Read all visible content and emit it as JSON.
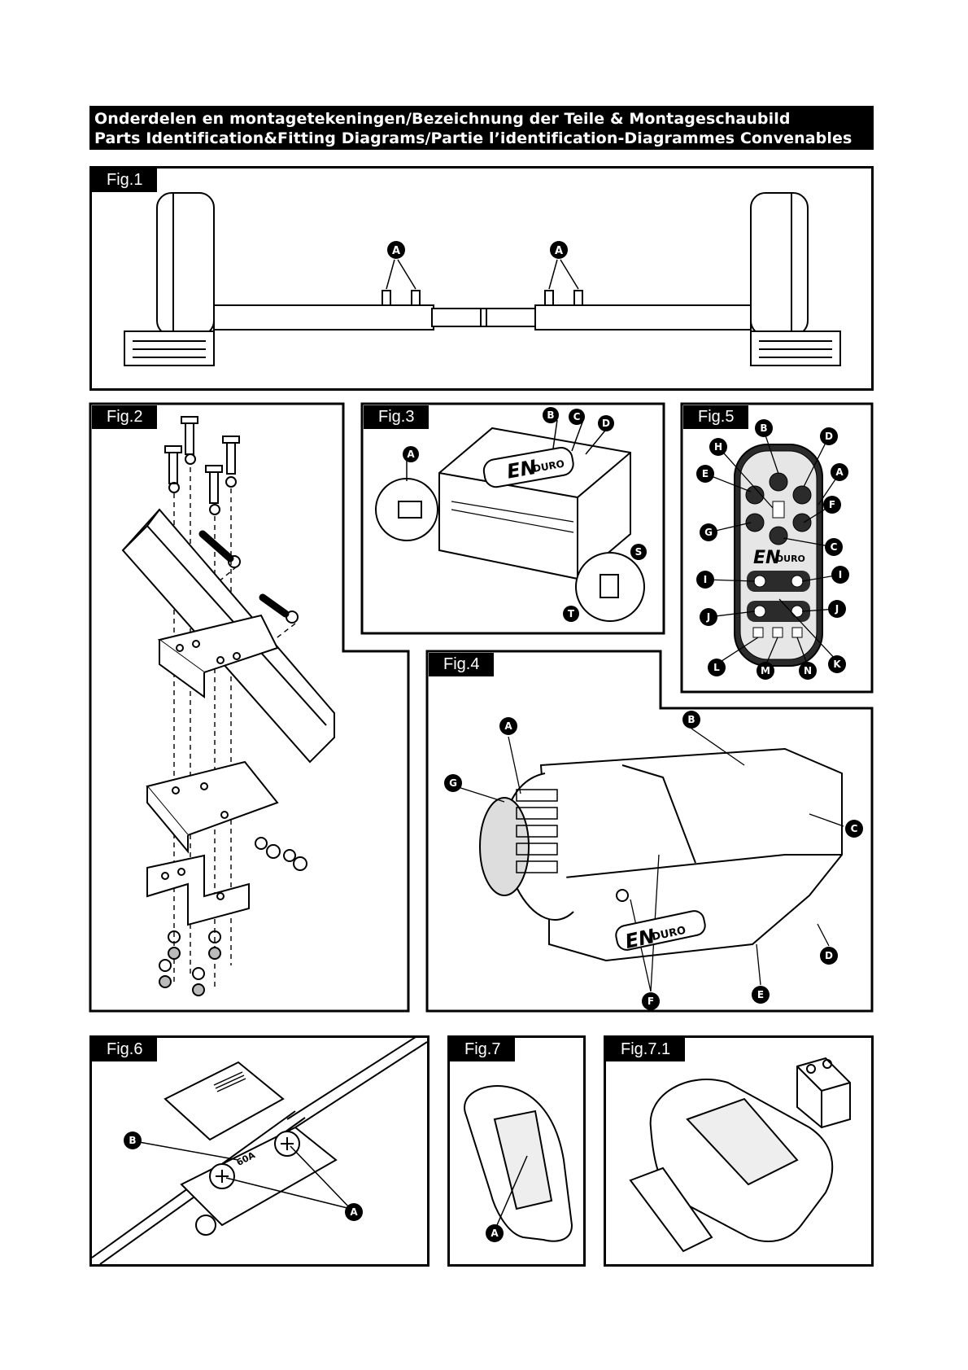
{
  "header": {
    "line1": "Onderdelen en montagetekeningen/Bezeichnung der Teile & Montageschaubild",
    "line2": "Parts Identification&Fitting Diagrams/Partie l’identification-Diagrammes Convenables"
  },
  "figures": {
    "fig1": {
      "label": "Fig.1",
      "callouts": [
        "A",
        "A"
      ]
    },
    "fig2": {
      "label": "Fig.2"
    },
    "fig3": {
      "label": "Fig.3",
      "brand": "EN",
      "brand_sub": "DURO",
      "callouts": [
        "A",
        "B",
        "C",
        "D",
        "S",
        "T"
      ]
    },
    "fig4": {
      "label": "Fig.4",
      "brand": "EN",
      "brand_sub": "DURO",
      "callouts": [
        "A",
        "B",
        "C",
        "D",
        "E",
        "F",
        "G"
      ]
    },
    "fig5": {
      "label": "Fig.5",
      "brand": "EN",
      "brand_sub": "DURO",
      "callouts": [
        "A",
        "B",
        "C",
        "D",
        "E",
        "F",
        "G",
        "H",
        "I",
        "I",
        "J",
        "J",
        "K",
        "L",
        "M",
        "N"
      ]
    },
    "fig6": {
      "label": "Fig.6",
      "fuse_text": "60A",
      "callouts": [
        "A",
        "B"
      ]
    },
    "fig7": {
      "label": "Fig.7",
      "callouts": [
        "A"
      ]
    },
    "fig71": {
      "label": "Fig.7.1"
    }
  },
  "colors": {
    "ink": "#000000",
    "paper": "#ffffff",
    "shade": "#d9d9d9",
    "remote_body": "#2b2b2b"
  }
}
